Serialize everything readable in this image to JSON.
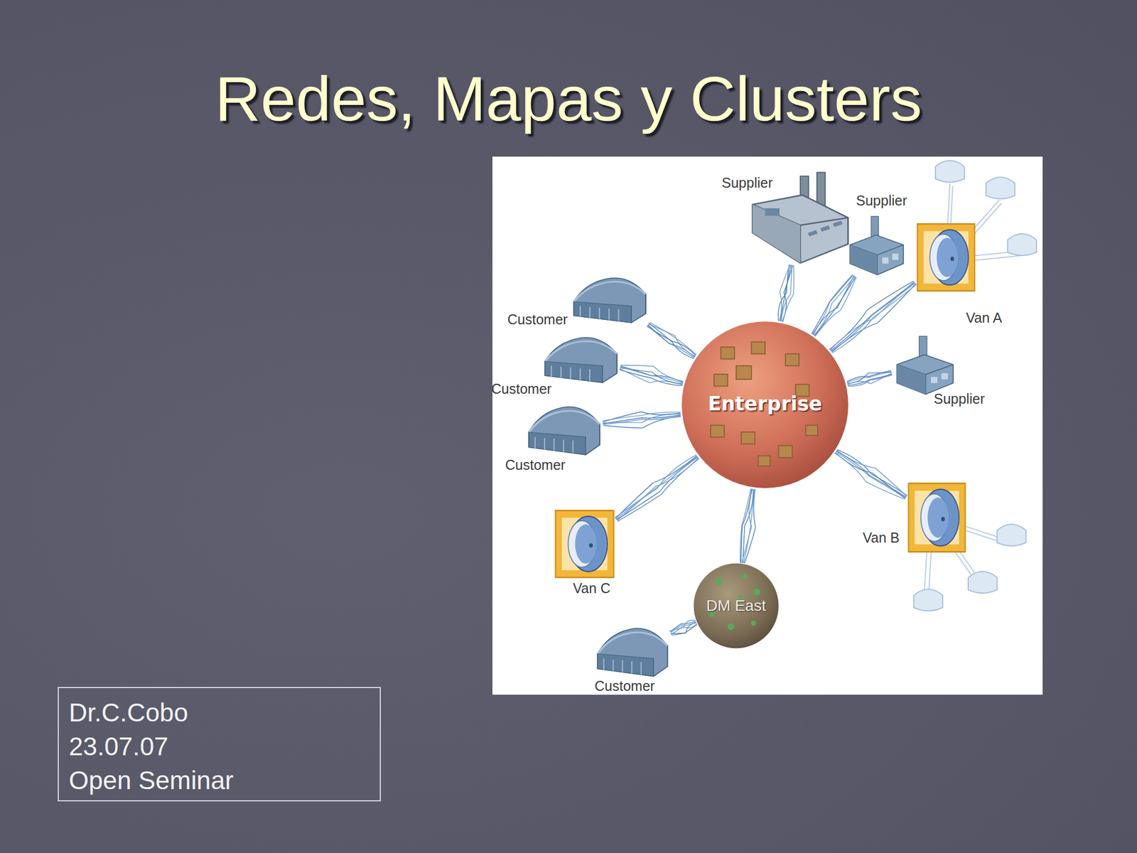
{
  "diagram": {
    "title": "Redes, Mapas y Clusters",
    "nodes": [
      {
        "text": [
          "Supplier"
        ]
      },
      {
        "text": [
          "Supplier"
        ]
      },
      {
        "text": [
          "Customer"
        ]
      },
      {
        "text": [
          "Van A"
        ]
      },
      {
        "text": [
          "Customer"
        ]
      },
      {
        "text": [
          "Enterprise"
        ]
      },
      {
        "text": [
          "Supplier"
        ]
      },
      {
        "text": [
          "Customer"
        ]
      },
      {
        "text": [
          "Van B"
        ]
      },
      {
        "text": [
          "Van C"
        ]
      },
      {
        "text": [
          "DM East"
        ]
      },
      {
        "text": [
          "Customer"
        ]
      },
      {
        "text": [
          "Dr.C.Cobo",
          "23.07.07",
          "Open Seminar"
        ]
      }
    ],
    "edges": [
      {
        "from": 5,
        "to": 0,
        "arrow": "none"
      },
      {
        "from": 5,
        "to": 1,
        "arrow": "none"
      },
      {
        "from": 5,
        "to": 3,
        "arrow": "none"
      },
      {
        "from": 5,
        "to": 6,
        "arrow": "none"
      },
      {
        "from": 5,
        "to": 8,
        "arrow": "none"
      },
      {
        "from": 5,
        "to": 10,
        "arrow": "none"
      },
      {
        "from": 5,
        "to": 9,
        "arrow": "none"
      },
      {
        "from": 5,
        "to": 2,
        "arrow": "none"
      },
      {
        "from": 5,
        "to": 4,
        "arrow": "none"
      },
      {
        "from": 5,
        "to": 7,
        "arrow": "none"
      },
      {
        "from": 10,
        "to": 11,
        "arrow": "none"
      }
    ]
  }
}
